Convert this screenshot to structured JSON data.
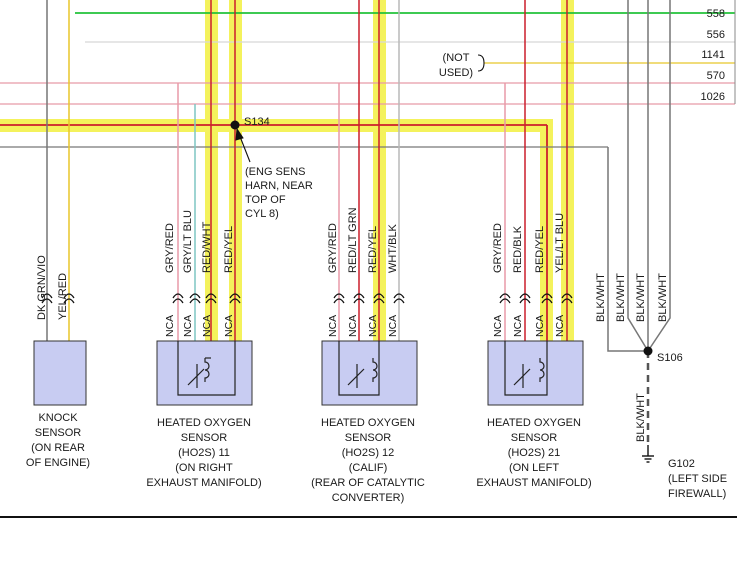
{
  "colors": {
    "highlight": "#f4f25c",
    "red": "#cc1e2c",
    "yellow": "#e8c62a",
    "gray": "#777777",
    "pink": "#e89aa8",
    "green": "#22c23a",
    "teal": "#7ec6c4",
    "sensor_fill": "#c8ccf2",
    "black": "#111111"
  },
  "circuits": [
    "558",
    "556",
    "1141",
    "570",
    "1026"
  ],
  "not_used": [
    "(NOT",
    "USED)"
  ],
  "splices": {
    "s134": "S134",
    "s134_note": [
      "(ENG SENS",
      "HARN, NEAR",
      "TOP OF",
      "CYL 8)"
    ],
    "s106": "S106",
    "g102": "G102",
    "g102_note": [
      "(LEFT SIDE",
      "FIREWALL)"
    ]
  },
  "knock_sensor": {
    "wires": [
      "DK GRN/VIO",
      "YEL/RED"
    ],
    "name": [
      "KNOCK",
      "SENSOR"
    ],
    "location": [
      "(ON REAR",
      "OF ENGINE)"
    ]
  },
  "ho2s_11": {
    "wires": [
      "GRY/RED",
      "GRY/LT BLU",
      "RED/WHT",
      "RED/YEL"
    ],
    "terminals": [
      "NCA",
      "NCA",
      "NCA",
      "NCA"
    ],
    "name": [
      "HEATED OXYGEN",
      "SENSOR",
      "(HO2S) 11",
      "(ON RIGHT",
      "EXHAUST MANIFOLD)"
    ]
  },
  "ho2s_12": {
    "wires": [
      "GRY/RED",
      "RED/LT GRN",
      "RED/YEL",
      "WHT/BLK"
    ],
    "terminals": [
      "NCA",
      "NCA",
      "NCA",
      "NCA"
    ],
    "name": [
      "HEATED OXYGEN",
      "SENSOR",
      "(HO2S) 12",
      "(CALIF)",
      "(REAR OF CATALYTIC",
      "CONVERTER)"
    ]
  },
  "ho2s_21": {
    "wires": [
      "GRY/RED",
      "RED/BLK",
      "RED/YEL",
      "YEL/LT BLU"
    ],
    "terminals": [
      "NCA",
      "NCA",
      "NCA",
      "NCA"
    ],
    "name": [
      "HEATED OXYGEN",
      "SENSOR",
      "(HO2S) 21",
      "(ON LEFT",
      "EXHAUST MANIFOLD)"
    ]
  },
  "ground_wires": [
    "BLK/WHT",
    "BLK/WHT",
    "BLK/WHT",
    "BLK/WHT"
  ],
  "ground_drop": "BLK/WHT"
}
